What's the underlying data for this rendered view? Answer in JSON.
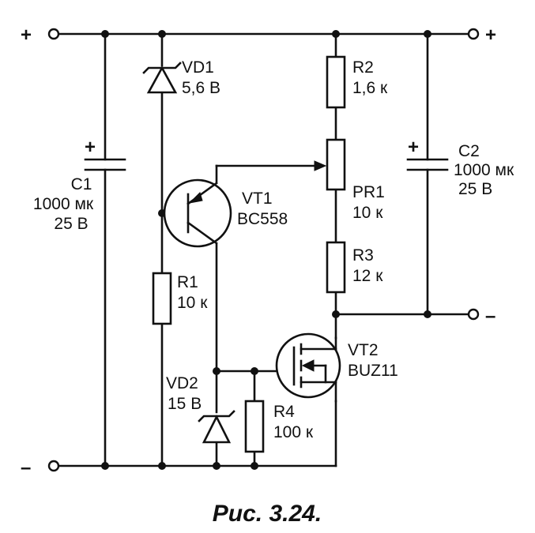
{
  "caption": "Рис. 3.24.",
  "terminals": {
    "left_plus": "+",
    "left_minus": "–",
    "right_plus": "+",
    "right_minus": "–",
    "c1_polarity": "+",
    "c2_polarity": "+"
  },
  "components": {
    "vd1": {
      "ref": "VD1",
      "value": "5,6 В"
    },
    "r2": {
      "ref": "R2",
      "value": "1,6 к"
    },
    "c1": {
      "ref": "C1",
      "value": "1000 мк",
      "voltage": "25 В"
    },
    "c2": {
      "ref": "C2",
      "value": "1000 мк",
      "voltage": "25 В"
    },
    "pr1": {
      "ref": "PR1",
      "value": "10 к"
    },
    "vt1": {
      "ref": "VT1",
      "value": "BC558"
    },
    "r3": {
      "ref": "R3",
      "value": "12 к"
    },
    "r1": {
      "ref": "R1",
      "value": "10 к"
    },
    "vt2": {
      "ref": "VT2",
      "value": "BUZ11"
    },
    "vd2": {
      "ref": "VD2",
      "value": "15 В"
    },
    "r4": {
      "ref": "R4",
      "value": "100 к"
    }
  }
}
